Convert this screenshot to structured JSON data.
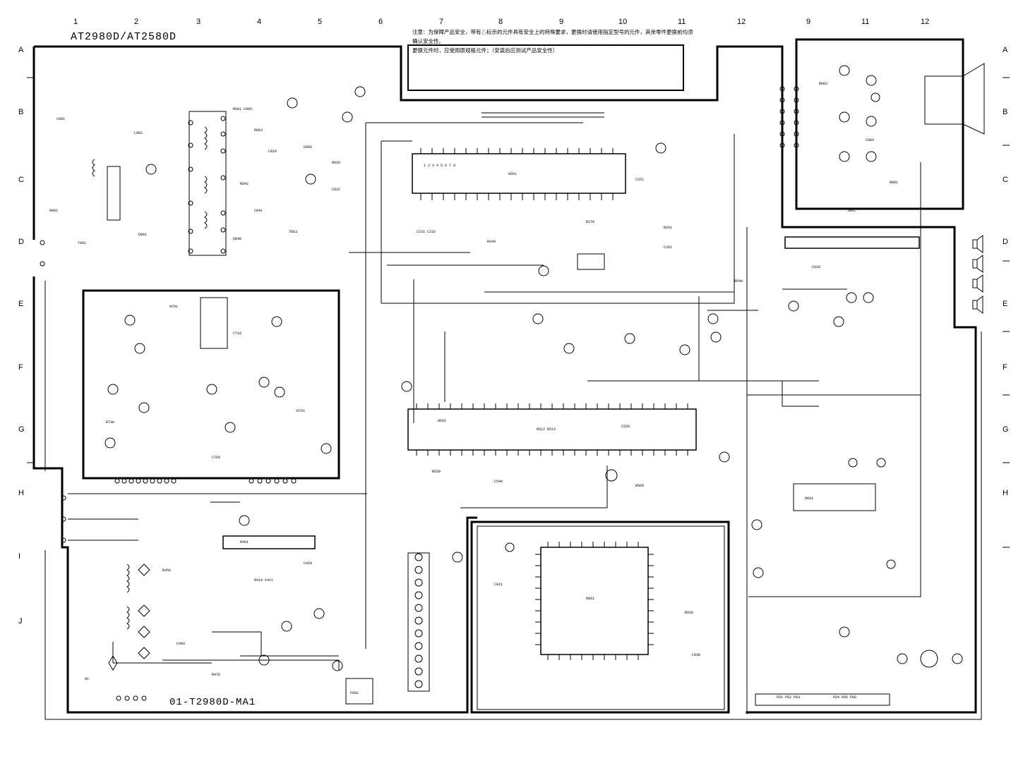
{
  "drawing": {
    "model_title": "AT2980D/AT2580D",
    "board_label": "01-T2980D-MA1",
    "safety_notice": "注意：为保障产品安全，带有△标示的元件具有安全上的特殊要求，更换时请使用指定型号的元件，其余零件更换前均须确认安全性。",
    "safety_notice_line2": "更换元件时，应使用原规格元件；（安装后应测试产品安全性）"
  },
  "grid": {
    "columns_top": [
      "1",
      "2",
      "3",
      "4",
      "5",
      "6",
      "7",
      "8",
      "9",
      "10",
      "11",
      "12",
      "9",
      "11",
      "12"
    ],
    "rows_left": [
      "A",
      "B",
      "C",
      "D",
      "E",
      "F",
      "G",
      "H",
      "I",
      "J"
    ],
    "rows_right": [
      "A",
      "B",
      "C",
      "D",
      "E",
      "F",
      "G",
      "H"
    ]
  },
  "colors": {
    "ink": "#000000",
    "paper": "#ffffff"
  }
}
